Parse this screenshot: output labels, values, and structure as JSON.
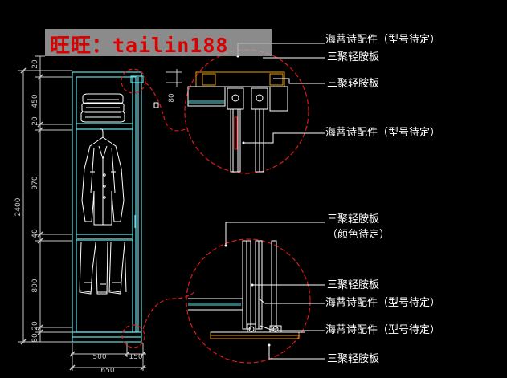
{
  "watermark": "旺旺：tailin188",
  "callouts": [
    "海蒂诗配件（型号待定）",
    "三聚轻胺板",
    "三聚轻胺板",
    "海蒂诗配件（型号待定）",
    "三聚轻胺板",
    "（颜色待定）",
    "三聚轻胺板",
    "海蒂诗配件（型号待定）",
    "海蒂诗配件（型号待定）",
    "三聚轻胺板"
  ],
  "dimensions": {
    "vertical_segments": [
      "20",
      "450",
      "20",
      "970",
      "40",
      "800",
      "20",
      "80"
    ],
    "overall_height": "2400",
    "detail_height": "80",
    "bottom_widths": [
      "500",
      "150"
    ],
    "overall_width": "650"
  },
  "colors": {
    "background": "#000000",
    "cabinet_lines": "#5fe0e6",
    "dimension_lines": "#c8c8c8",
    "detail_circles": "#e01818",
    "label_text": "#ffffff",
    "watermark_text": "#d80000"
  }
}
